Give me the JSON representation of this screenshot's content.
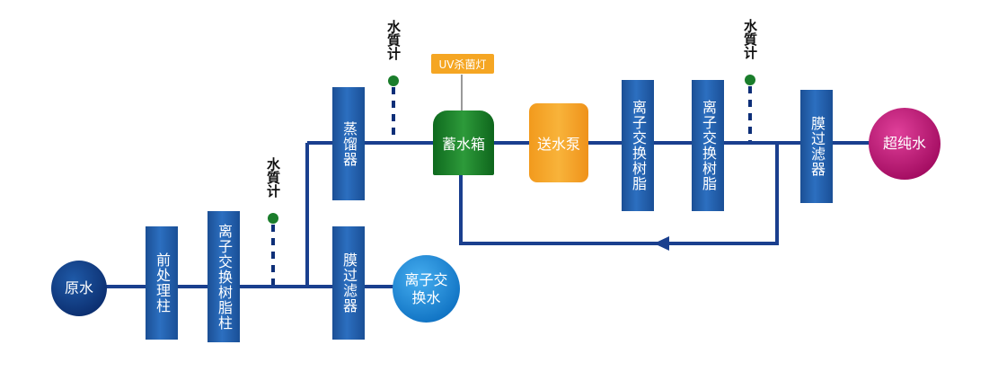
{
  "colors": {
    "pipe": "#1a3f8e",
    "column": "#1f5aa5",
    "tank": "#1a7d2b",
    "pump": "#f5a623",
    "ultra_pure": "#c21d7f",
    "raw_water": "#133f87",
    "ion_water": "#1d8ad6",
    "meter_dot": "#1a7d2b"
  },
  "nodes": {
    "raw_water": "原水",
    "pretreatment": "前处理柱",
    "ion_exchange_column": "离子交换树脂柱",
    "distiller": "蒸馏器",
    "membrane_filter_1": "膜过滤器",
    "ion_exchange_water": "离子交换水",
    "storage_tank": "蓄水箱",
    "uv_lamp": "UV杀菌灯",
    "pump": "送水泵",
    "resin_1": "离子交换树脂",
    "resin_2": "离子交换树脂",
    "membrane_filter_2": "膜过滤器",
    "ultra_pure_water": "超纯水"
  },
  "meters": [
    "水質计",
    "水質计",
    "水質计"
  ]
}
